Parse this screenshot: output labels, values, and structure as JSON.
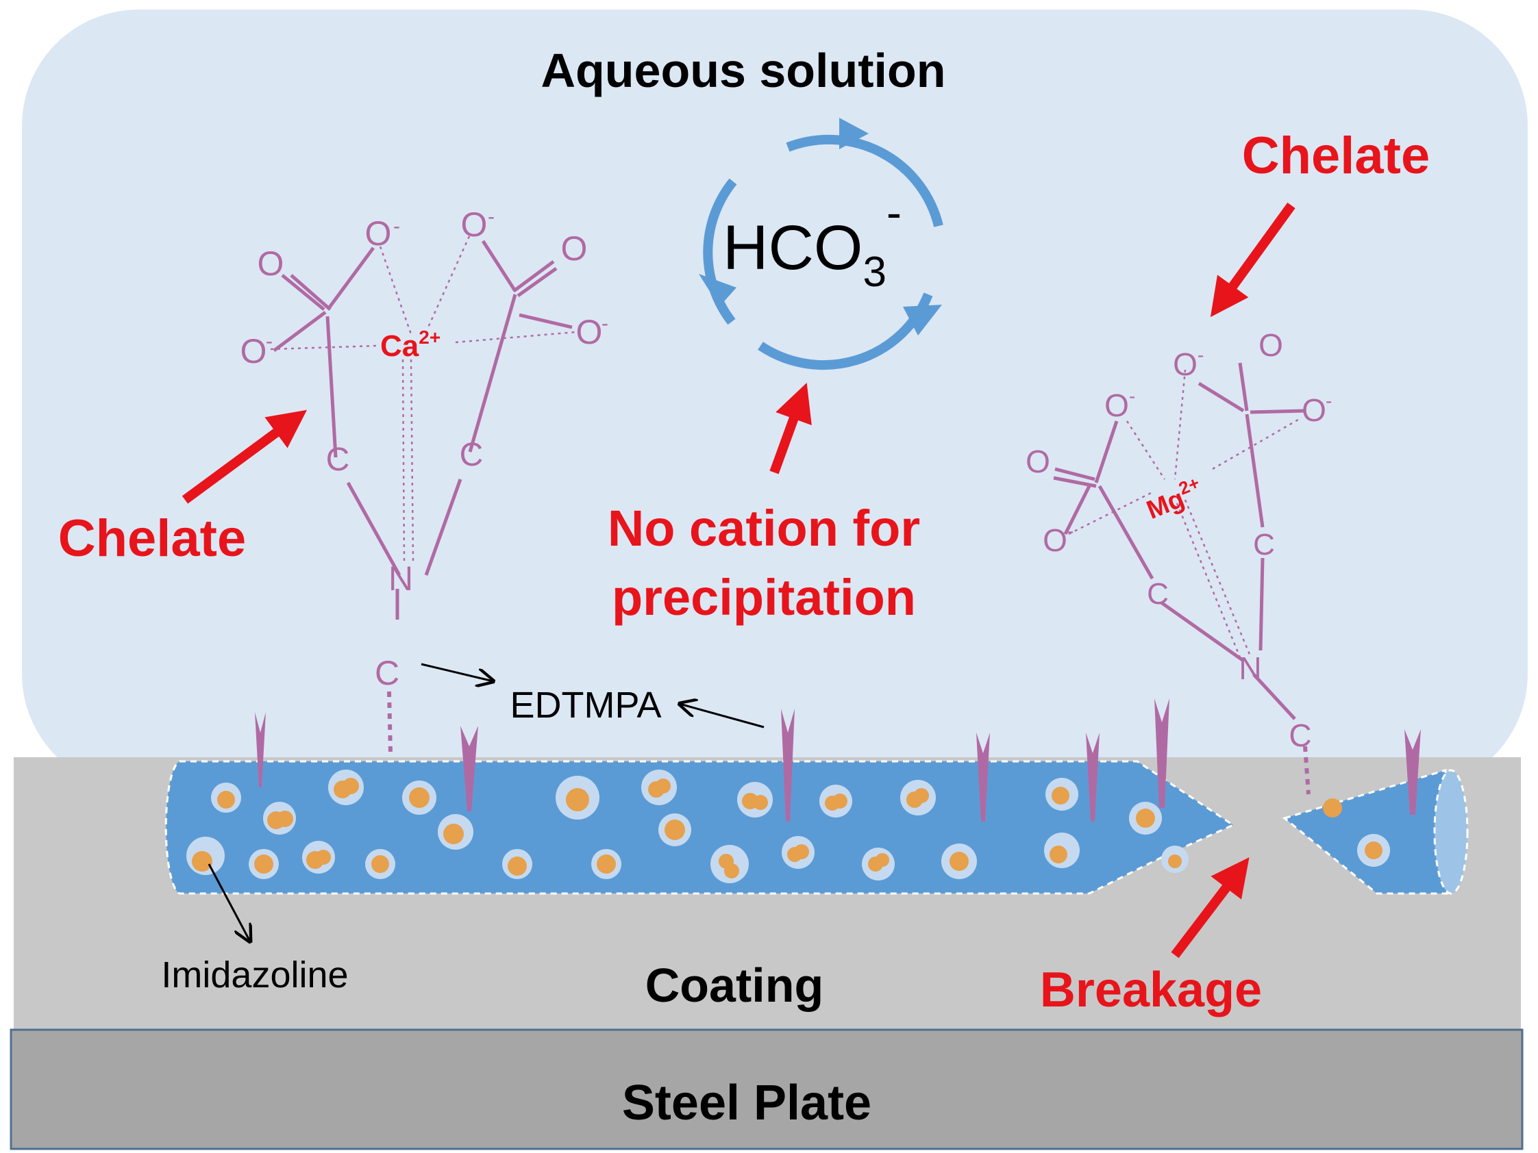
{
  "title": "Aqueous solution",
  "labels": {
    "chelate_left": "Chelate",
    "chelate_right": "Chelate",
    "no_cation_line1": "No cation for",
    "no_cation_line2": "precipitation",
    "breakage": "Breakage",
    "coating": "Coating",
    "steel_plate": "Steel Plate",
    "edtmpa": "EDTMPA",
    "imidazoline": "Imidazoline"
  },
  "hco3": {
    "base": "HCO",
    "subscript": "3",
    "charge": "-"
  },
  "ca_complex": {
    "ion": "Ca",
    "charge": "2+",
    "atoms": {
      "o": "O",
      "o_minus": "O",
      "minus": "-",
      "c": "C",
      "n": "N"
    }
  },
  "mg_complex": {
    "ion": "Mg",
    "charge": "2+",
    "atoms": {
      "o": "O",
      "o_minus": "O",
      "minus": "-",
      "c": "C",
      "n": "N"
    }
  },
  "colors": {
    "solution": "#dce7f4",
    "coating": "#c8c8c8",
    "steel": "#a6a6a6",
    "tube": "#5b9bd5",
    "particle": "#e7a04b",
    "molecule": "#b06aa3",
    "accent_red": "#e8141b"
  }
}
